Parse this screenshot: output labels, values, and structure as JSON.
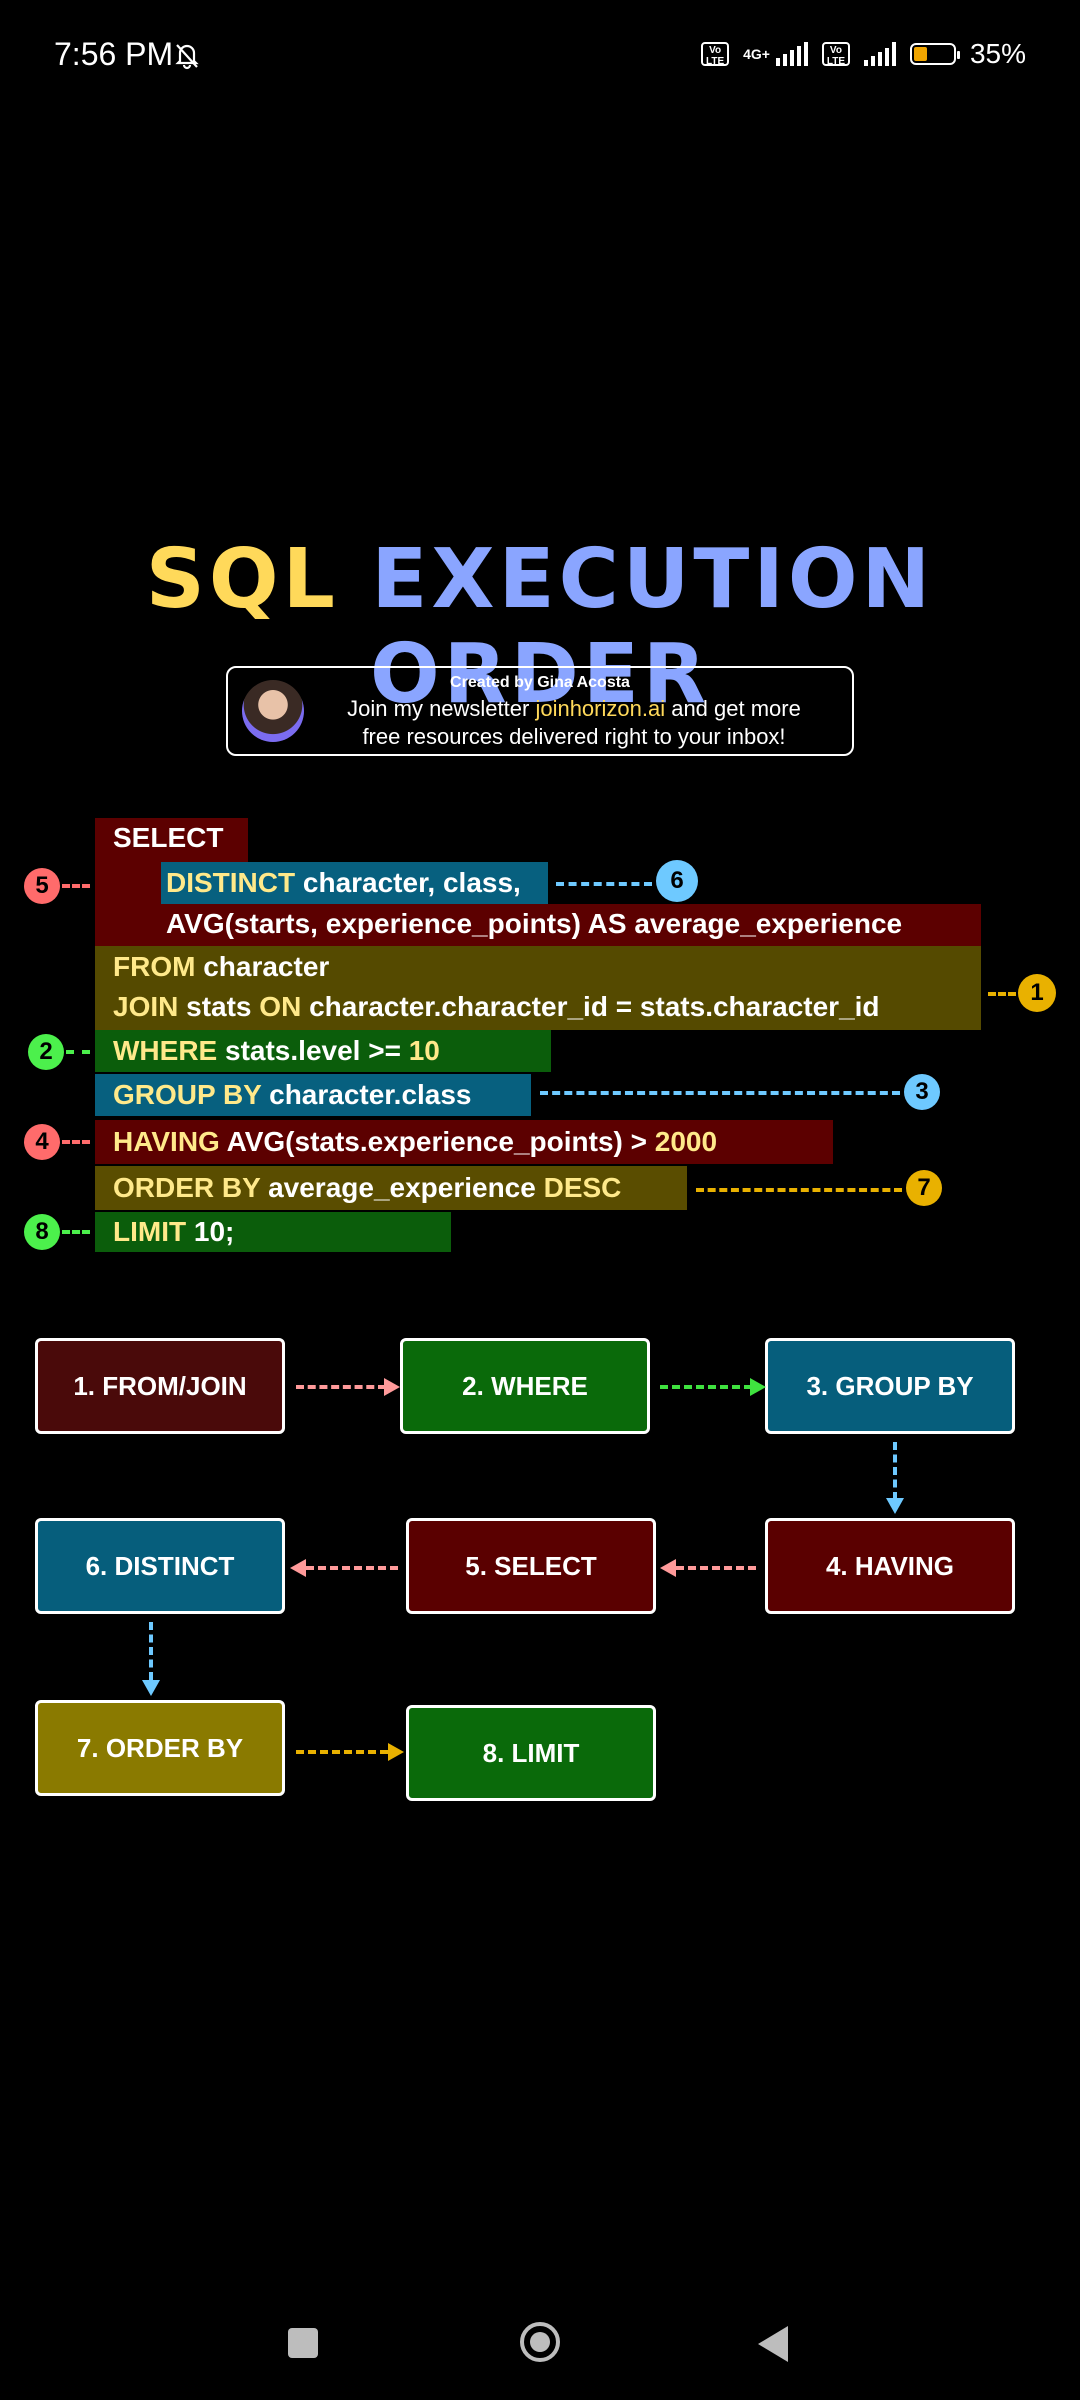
{
  "status_bar": {
    "time": "7:56 PM",
    "mute_icon": "bell-off-icon",
    "volte1": "Vo LTE",
    "network": "4G+",
    "volte2": "Vo LTE",
    "battery_percent": "35%",
    "battery_level": 0.35
  },
  "title": {
    "part1": "SQL",
    "part2": "EXECUTION ORDER",
    "color1": "#ffd95a",
    "color2": "#8aa5ff"
  },
  "newsletter": {
    "created_by": "Created by Gina Acosta",
    "line1_pre": "Join my newsletter ",
    "link": "joinhorizon.ai",
    "line1_post": " and get more",
    "line2": "free resources delivered right to your inbox!"
  },
  "code": {
    "select": "SELECT",
    "distinct_kw": "DISTINCT",
    "distinct_rest": " character, class,",
    "avg_line": "AVG(starts, experience_points) AS average_experience",
    "from_kw": "FROM",
    "from_rest": " character",
    "join_kw": "JOIN",
    "join_mid": " stats ",
    "on_kw": "ON",
    "join_rest": " character.character_id = stats.character_id",
    "where_kw": "WHERE",
    "where_rest": " stats.level >= ",
    "where_num": "10",
    "groupby_kw": "GROUP BY",
    "groupby_rest": " character.class",
    "having_kw": "HAVING",
    "having_rest": " AVG(stats.experience_points) > ",
    "having_num": "2000",
    "orderby_kw": "ORDER BY",
    "orderby_rest": " average_experience ",
    "desc_kw": "DESC",
    "limit_kw": "LIMIT",
    "limit_rest": " 10;"
  },
  "markers": {
    "m1": "1",
    "m2": "2",
    "m3": "3",
    "m4": "4",
    "m5": "5",
    "m6": "6",
    "m7": "7",
    "m8": "8"
  },
  "flow": {
    "b1": "1. FROM/JOIN",
    "b2": "2. WHERE",
    "b3": "3. GROUP BY",
    "b4": "4. HAVING",
    "b5": "5. SELECT",
    "b6": "6. DISTINCT",
    "b7": "7. ORDER BY",
    "b8": "8. LIMIT"
  },
  "nav": {
    "recent": "square-icon",
    "home": "circle-home-icon",
    "back": "triangle-back-icon"
  }
}
